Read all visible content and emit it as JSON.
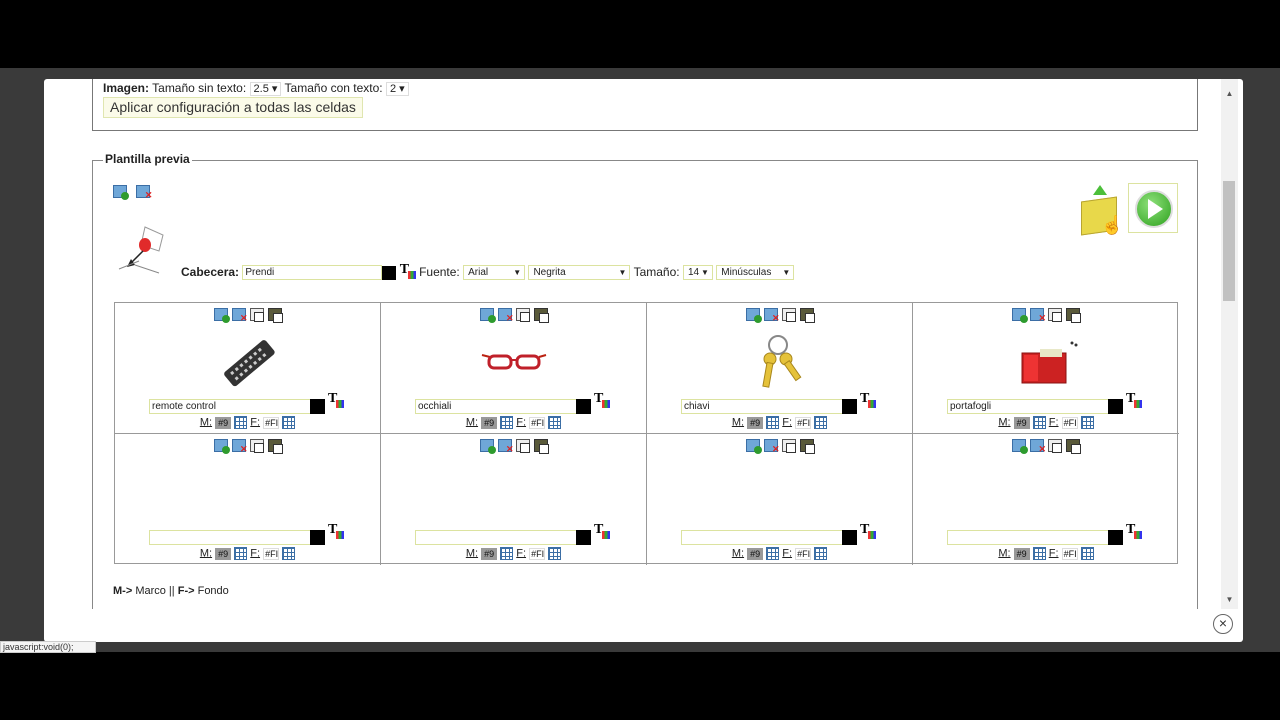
{
  "settings": {
    "imagen_label": "Imagen:",
    "sin_texto_label": "Tamaño sin texto:",
    "sin_texto_value": "2.5",
    "con_texto_label": "Tamaño con texto:",
    "con_texto_value": "2",
    "apply_button": "Aplicar configuración a todas las celdas"
  },
  "preview": {
    "legend": "Plantilla previa",
    "cabecera_label": "Cabecera:",
    "cabecera_value": "Prendi",
    "fuente_label": "Fuente:",
    "fuente_value": "Arial",
    "style_value": "Negrita",
    "tamano_label": "Tamaño:",
    "tamano_value": "14",
    "case_value": "Minúsculas"
  },
  "cells": [
    {
      "text": "remote control",
      "image": "remote-control"
    },
    {
      "text": "occhiali",
      "image": "glasses"
    },
    {
      "text": "chiavi",
      "image": "keys"
    },
    {
      "text": "portafogli",
      "image": "wallet"
    },
    {
      "text": "",
      "image": ""
    },
    {
      "text": "",
      "image": ""
    },
    {
      "text": "",
      "image": ""
    },
    {
      "text": "",
      "image": ""
    }
  ],
  "cell_labels": {
    "m": "M:",
    "m_hex": "#9",
    "f": "F:",
    "f_hex": "#FI"
  },
  "legend_note": {
    "m_key": "M->",
    "m_text": "Marco ||",
    "f_key": "F->",
    "f_text": "Fondo"
  },
  "status_url": "javascript:void(0);",
  "close_label": "×",
  "colors": {
    "input_border": "#dce3a0",
    "button_bg": "#fbfbe9",
    "play_green": "#2da11e"
  }
}
